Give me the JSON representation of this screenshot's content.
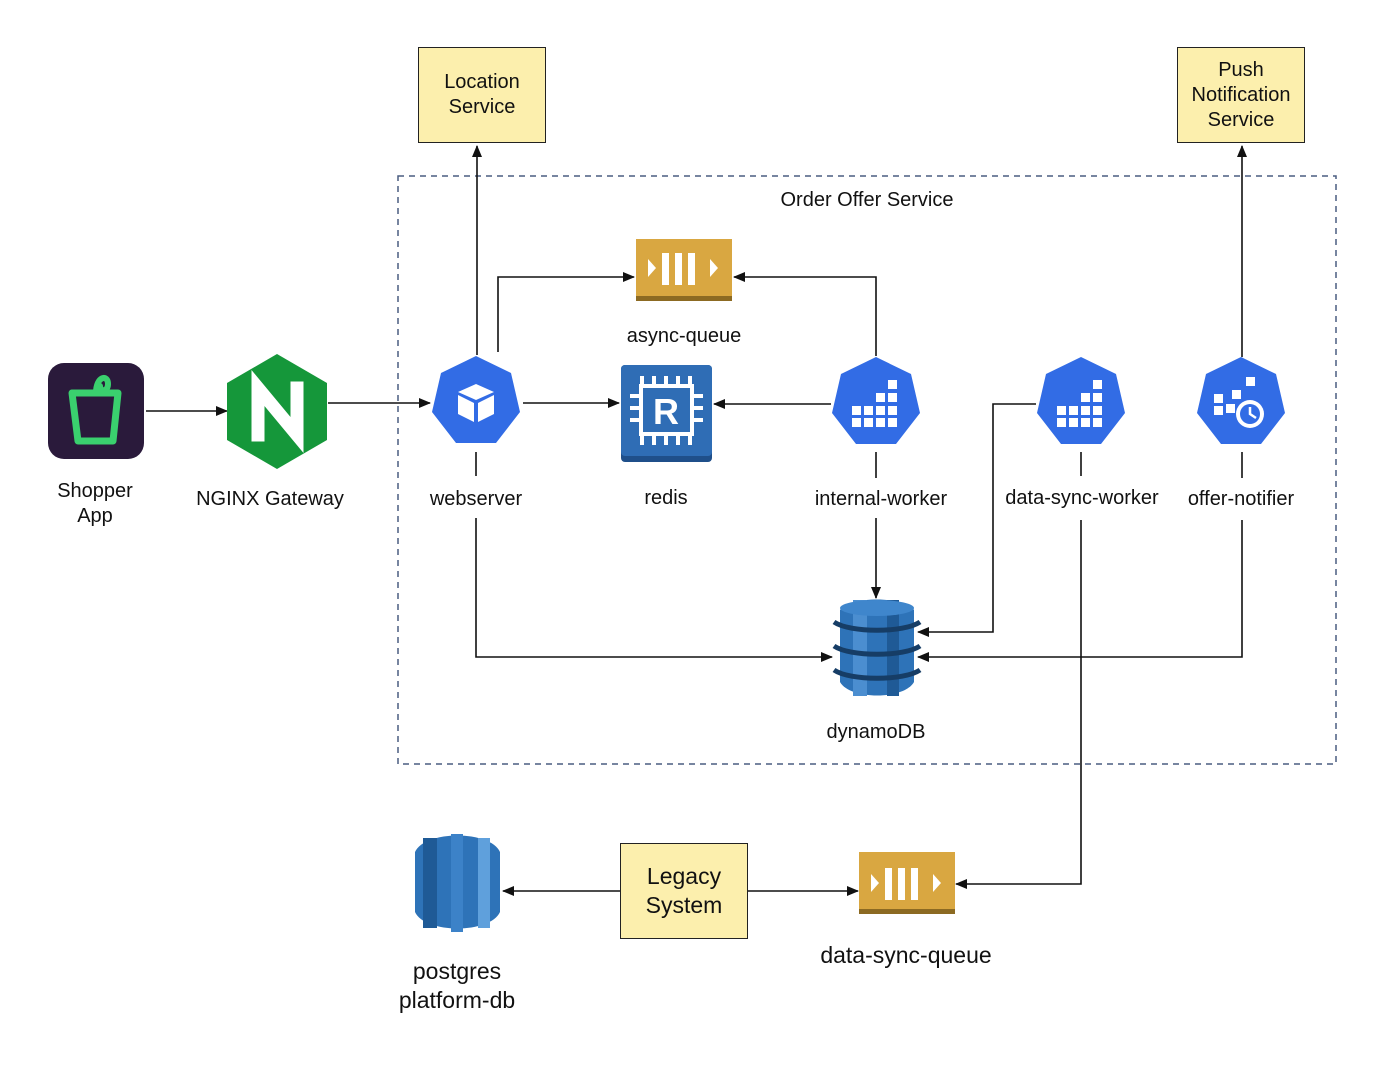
{
  "group": {
    "title": "Order Offer Service"
  },
  "nodes": {
    "shopper_app": "Shopper\nApp",
    "nginx": "NGINX Gateway",
    "webserver": "webserver",
    "redis": "redis",
    "async_queue": "async-queue",
    "internal_worker": "internal-worker",
    "data_sync_worker": "data-sync-worker",
    "offer_notifier": "offer-notifier",
    "dynamodb": "dynamoDB",
    "location_service": "Location\nService",
    "push_notification_service": "Push\nNotification\nService",
    "legacy_system": "Legacy\nSystem",
    "data_sync_queue": "data-sync-queue",
    "postgres": "postgres\nplatform-db",
    "redis_glyph": "R"
  },
  "colors": {
    "k8s_blue": "#326ce5",
    "queue_gold": "#d9a741",
    "queue_gold_dark": "#8c6a22",
    "redis_blue": "#2f6db5",
    "dynamo_blue": "#2e73b8",
    "nginx_green": "#15973a",
    "shopper_bg": "#2a1a3b",
    "shopper_green": "#3ad06e",
    "service_box": "#fcefad",
    "group_border": "#4a5d80"
  }
}
